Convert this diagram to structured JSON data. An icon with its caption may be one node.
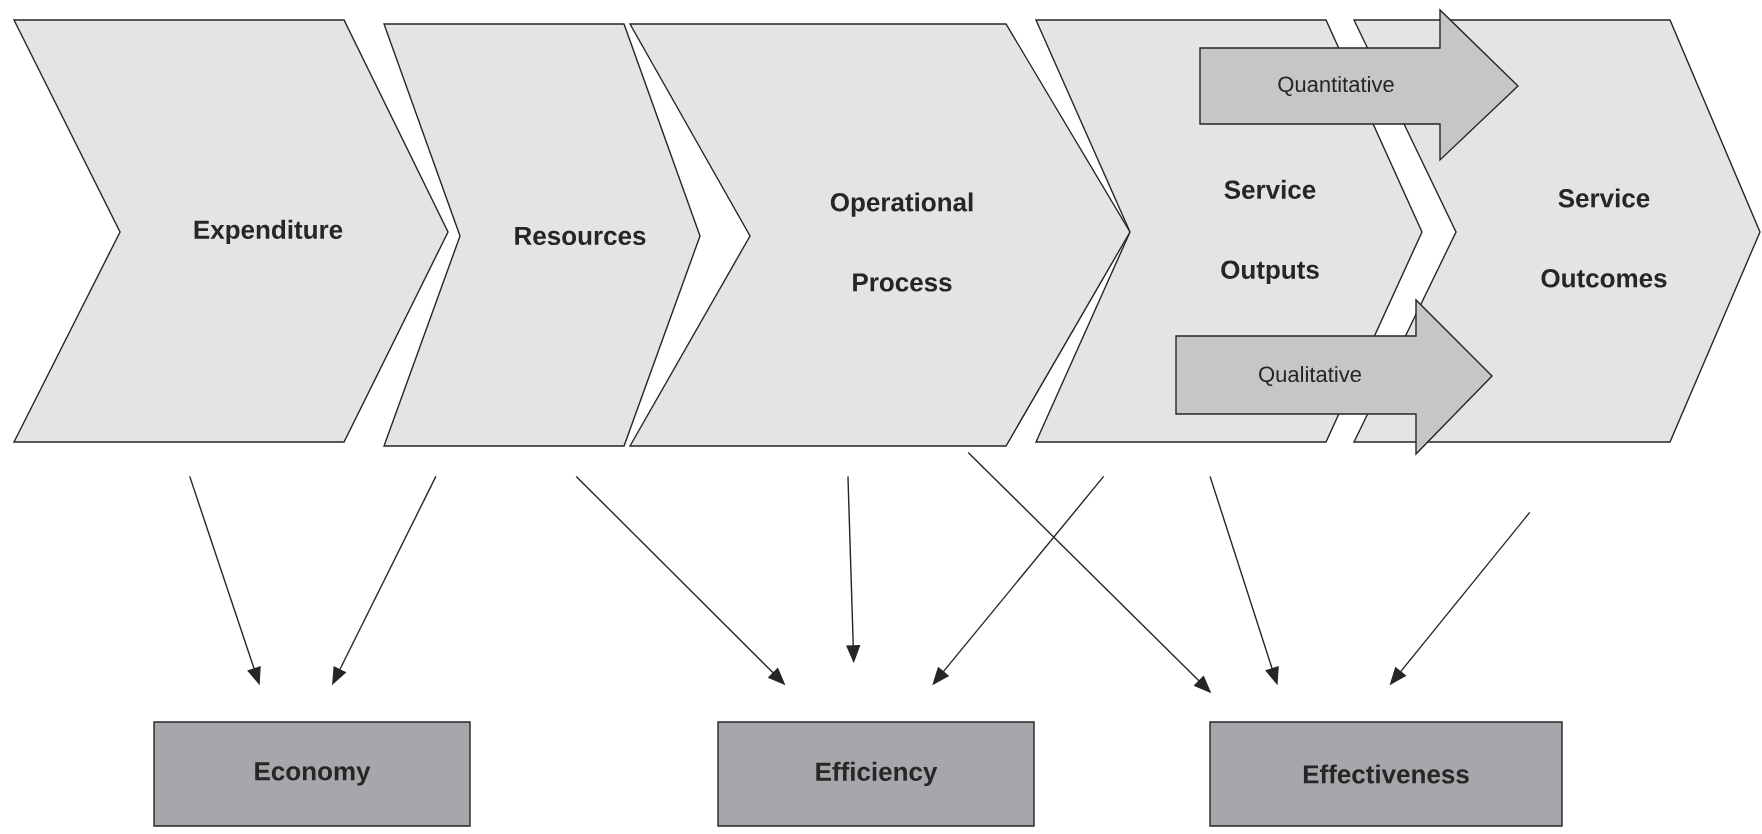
{
  "diagram": {
    "nodes": [
      {
        "text": [
          "Expenditure"
        ]
      },
      {
        "text": [
          "Resources"
        ]
      },
      {
        "text": [
          "Operational Process"
        ]
      },
      {
        "text": [
          "Service Outputs"
        ]
      },
      {
        "text": [
          "Service Outcomes"
        ]
      },
      {
        "text": [
          "Quantitative"
        ]
      },
      {
        "text": [
          "Qualitative"
        ]
      },
      {
        "text": [
          "Economy"
        ]
      },
      {
        "text": [
          "Efficiency"
        ]
      },
      {
        "text": [
          "Effectiveness"
        ]
      }
    ],
    "edges": [
      {
        "from": 0,
        "to": 7,
        "arrow": "to"
      },
      {
        "from": 1,
        "to": 7,
        "arrow": "to"
      },
      {
        "from": 1,
        "to": 8,
        "arrow": "to"
      },
      {
        "from": 2,
        "to": 8,
        "arrow": "to"
      },
      {
        "from": 3,
        "to": 8,
        "arrow": "to"
      },
      {
        "from": 2,
        "to": 9,
        "arrow": "to"
      },
      {
        "from": 3,
        "to": 9,
        "arrow": "to"
      },
      {
        "from": 4,
        "to": 9,
        "arrow": "to"
      }
    ]
  }
}
